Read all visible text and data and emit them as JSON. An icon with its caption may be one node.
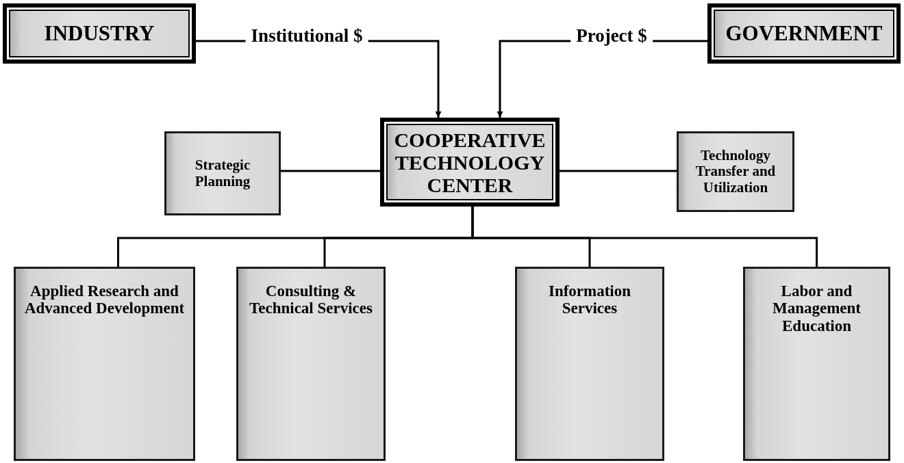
{
  "diagram": {
    "nodes": [
      {
        "text": [
          "INDUSTRY"
        ]
      },
      {
        "text": [
          "GOVERNMENT"
        ]
      },
      {
        "text": [
          "Strategic Planning"
        ]
      },
      {
        "text": [
          "COOPERATIVE TECHNOLOGY CENTER"
        ]
      },
      {
        "text": [
          "Technology Transfer and Utilization"
        ]
      },
      {
        "text": [
          "Applied Research and Advanced Development"
        ]
      },
      {
        "text": [
          "Consulting & Technical Services"
        ]
      },
      {
        "text": [
          "Information Services"
        ]
      },
      {
        "text": [
          "Labor and Management Education"
        ]
      }
    ],
    "edges": [
      {
        "from": 0,
        "to": 3,
        "arrow": "to",
        "label": "Institutional $"
      },
      {
        "from": 1,
        "to": 3,
        "arrow": "to",
        "label": "Project $"
      },
      {
        "from": 2,
        "to": 3,
        "arrow": "none"
      },
      {
        "from": 3,
        "to": 4,
        "arrow": "none"
      },
      {
        "from": 3,
        "to": 5,
        "arrow": "none"
      },
      {
        "from": 3,
        "to": 6,
        "arrow": "none"
      },
      {
        "from": 3,
        "to": 7,
        "arrow": "none"
      },
      {
        "from": 3,
        "to": 8,
        "arrow": "none"
      }
    ]
  }
}
